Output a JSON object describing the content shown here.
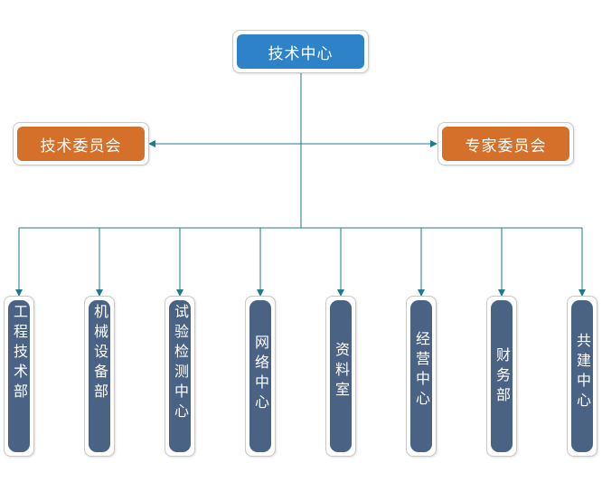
{
  "root": {
    "label": "技术中心"
  },
  "committees": [
    {
      "label": "技术委员会"
    },
    {
      "label": "专家委员会"
    }
  ],
  "departments": [
    {
      "label": "工程技术部"
    },
    {
      "label": "机械设备部"
    },
    {
      "label": "试验检测中心"
    },
    {
      "label": "网络中心"
    },
    {
      "label": "资料室"
    },
    {
      "label": "经营中心"
    },
    {
      "label": "财务部"
    },
    {
      "label": "共建中心"
    }
  ],
  "colors": {
    "root_fill": "#2e83c8",
    "committee_fill": "#d4702a",
    "department_fill": "#4a6283",
    "connector": "#1f7a8c"
  }
}
